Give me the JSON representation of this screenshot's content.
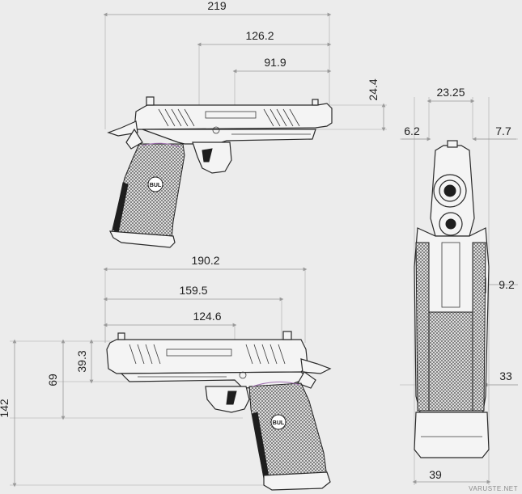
{
  "views": {
    "side_right": {
      "dims": {
        "overall_length": "219",
        "slide_length": "126.2",
        "barrel_segment": "91.9",
        "slide_height": "24.4"
      },
      "logo": "BUL"
    },
    "front": {
      "dims": {
        "slide_width": "23.25",
        "left_offset": "6.2",
        "right_offset": "7.7",
        "frame_side": "9.2",
        "grip_width": "33",
        "overall_width": "39"
      }
    },
    "side_left": {
      "dims": {
        "length_a": "190.2",
        "length_b": "159.5",
        "length_c": "124.6",
        "slide_height": "39.3",
        "frame_height": "69",
        "overall_height": "142"
      },
      "logo": "BUL"
    }
  },
  "watermark": "VARUSTE.NET",
  "colors": {
    "background": "#ececec",
    "line": "#2a2a2a",
    "dimension": "#9a9a9a",
    "accent": "#a070b0"
  }
}
